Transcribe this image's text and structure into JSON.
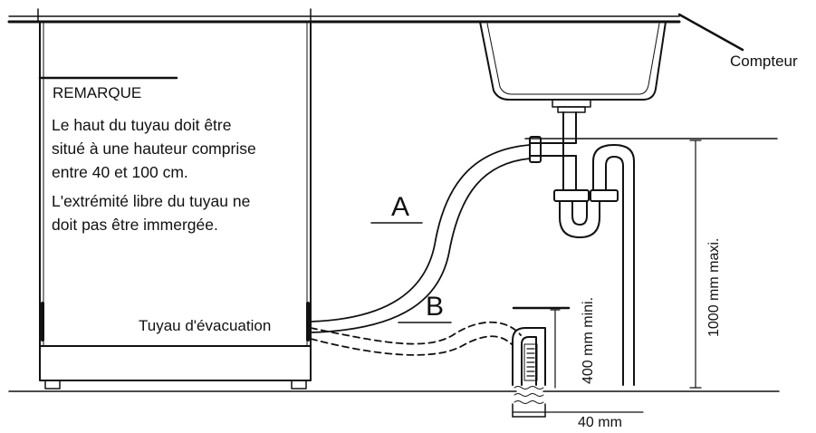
{
  "labels": {
    "counter": "Compteur",
    "note_title": "REMARQUE",
    "note_lines": [
      "Le haut du tuyau doit être",
      "situé à une hauteur comprise",
      "entre 40 et 100 cm.",
      "L'extrémité libre du tuyau ne",
      "doit pas être immergée."
    ],
    "hose_label": "Tuyau d'évacuation",
    "position_a": "A",
    "position_b": "B",
    "dim_max": "1000 mm maxi.",
    "dim_min": "400 mm mini.",
    "dim_width": "40 mm"
  }
}
